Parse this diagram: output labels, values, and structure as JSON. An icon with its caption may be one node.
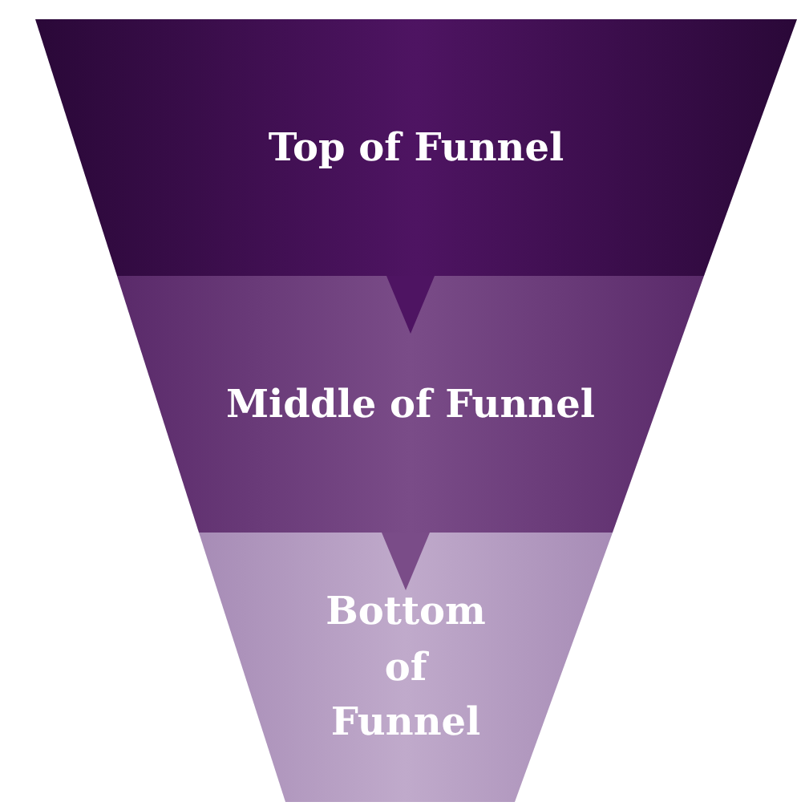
{
  "diagram": {
    "nodes": [
      {
        "text": [
          "Top of Funnel"
        ]
      },
      {
        "text": [
          "Middle of Funnel"
        ]
      },
      {
        "text": [
          "Bottom of Funnel"
        ]
      }
    ],
    "edges": [
      {
        "from": 0,
        "to": 1,
        "arrow": "to"
      },
      {
        "from": 1,
        "to": 2,
        "arrow": "to"
      }
    ]
  }
}
